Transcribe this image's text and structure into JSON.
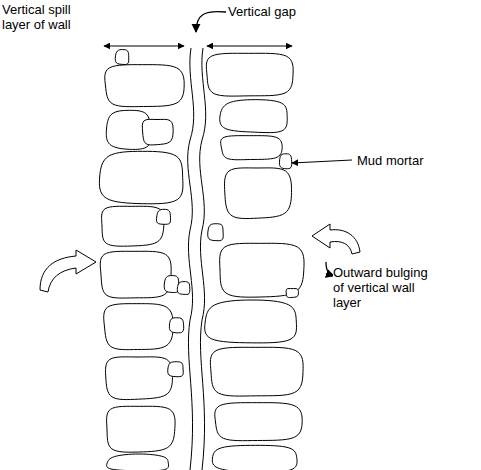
{
  "diagram": {
    "labels": [
      "Vertical spill layer of wall",
      "Vertical gap",
      "Mud mortar",
      "Outward bulging of vertical wall layer"
    ]
  }
}
